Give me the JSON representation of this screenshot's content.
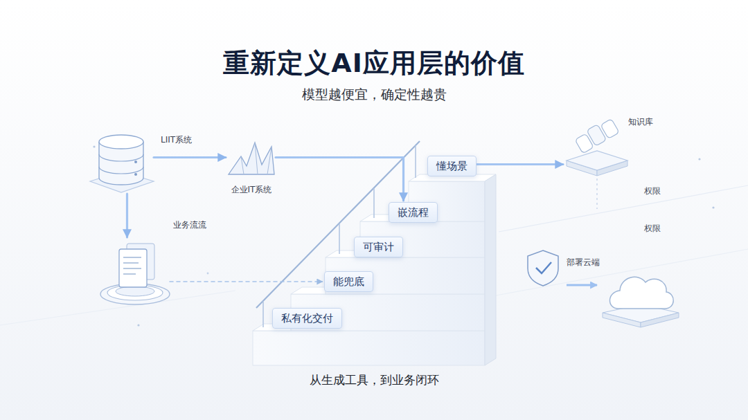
{
  "diagram": {
    "title": "重新定义AI应用层的价值",
    "caption": "从生成工具，到业务闭环",
    "nodes": [
      {
        "text": [
          "LIIT系统"
        ]
      },
      {
        "text": [
          "企业IT系统"
        ]
      },
      {
        "text": [
          "业务流流"
        ]
      },
      {
        "text": [
          "懂场景"
        ]
      },
      {
        "text": [
          "嵌流程"
        ]
      },
      {
        "text": [
          "可审计"
        ]
      },
      {
        "text": [
          "能兜底"
        ]
      },
      {
        "text": [
          "私有化交付"
        ]
      },
      {
        "text": [
          "知识库"
        ]
      },
      {
        "text": [
          "部署云端"
        ]
      }
    ],
    "edges": [
      {
        "from": 0,
        "to": 1,
        "arrow": "to"
      },
      {
        "from": 0,
        "to": 2,
        "arrow": "to"
      },
      {
        "from": 1,
        "to": 4,
        "arrow": "to"
      },
      {
        "from": 2,
        "to": 6,
        "arrow": "to"
      },
      {
        "from": 3,
        "to": 8,
        "arrow": "to"
      }
    ],
    "labels": [
      "模型越便宜，确定性越贵",
      "权限",
      "权限"
    ]
  }
}
